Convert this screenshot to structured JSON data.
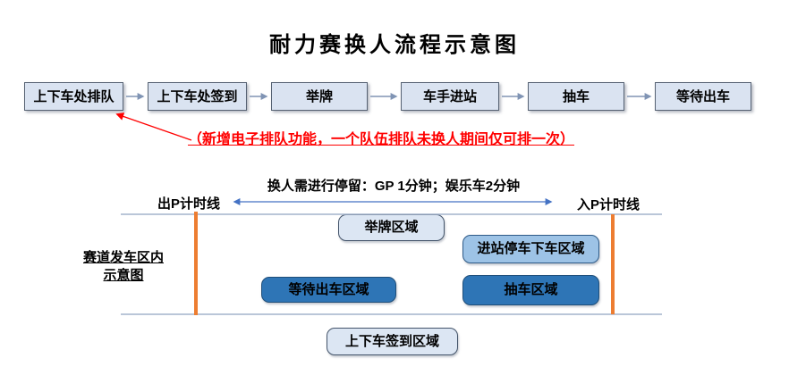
{
  "title": "耐力赛换人流程示意图",
  "flow": {
    "steps": [
      {
        "label": "上下车处排队"
      },
      {
        "label": "上下车处签到"
      },
      {
        "label": "举牌"
      },
      {
        "label": "车手进站"
      },
      {
        "label": "抽车"
      },
      {
        "label": "等待出车"
      }
    ]
  },
  "annotation": {
    "text": "（新增电子排队功能，一个队伍排队未换人期间仅可排一次）"
  },
  "pit_area": {
    "stay_note": "换人需进行停留：GP 1分钟；娱乐车2分钟",
    "exit_timing_label": "出P计时线",
    "entry_timing_label": "入P计时线",
    "side_label_line1": "赛道发车区内",
    "side_label_line2": "示意图",
    "zones": {
      "sign_board": "举牌区域",
      "pit_stop_dropoff": "进站停车下车区域",
      "wait_departure": "等待出车区域",
      "car_draw": "抽车区域",
      "checkin": "上下车签到区域"
    }
  },
  "colors": {
    "flow_box_fill": "#dae3f1",
    "flow_box_border": "#566273",
    "flow_arrow": "#8094b4",
    "annotation_red": "#ff0000",
    "timing_line_orange": "#ed7d31",
    "track_line": "#a3b3cc",
    "double_arrow_blue": "#4472c4",
    "zone_light_fill": "#dce6f3",
    "zone_medium_fill": "#9dc3e6",
    "zone_dark_fill": "#2e75b6",
    "zone_dark_border": "#1f4e79"
  }
}
